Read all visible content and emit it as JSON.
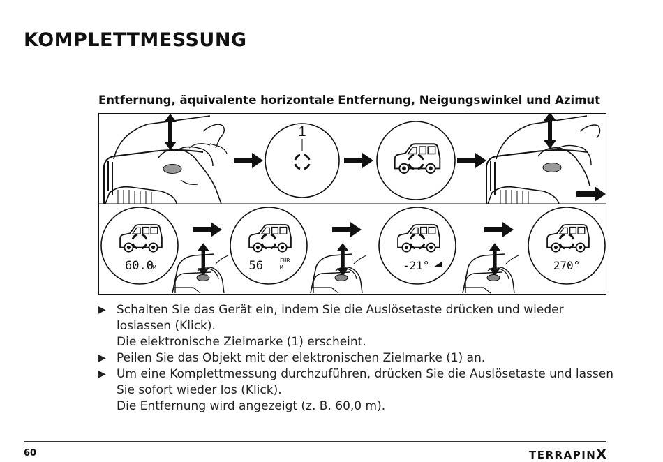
{
  "header": {
    "title": "KOMPLETTMESSUNG"
  },
  "section": {
    "subtitle": "Entfernung, äquivalente horizontale Entfernung, Neigungswinkel und Azimut"
  },
  "figure": {
    "marker_label": "1",
    "displays": [
      {
        "value": "60.0",
        "unit": "M",
        "tag": ""
      },
      {
        "value": "56",
        "unit": "M",
        "tag": "EHR"
      },
      {
        "value": "-21°",
        "unit": "",
        "tag": ""
      },
      {
        "value": "270°",
        "unit": "",
        "tag": ""
      }
    ]
  },
  "instructions": [
    {
      "lines": [
        "Schalten Sie das Gerät ein, indem Sie die Auslösetaste drücken und wieder",
        "loslassen (Klick).",
        "Die elektronische Zielmarke (1) erscheint."
      ]
    },
    {
      "lines": [
        "Peilen Sie das Objekt mit der elektronischen Zielmarke (1) an."
      ]
    },
    {
      "lines": [
        "Um eine Komplettmessung durchzuführen, drücken Sie die Auslösetaste und lassen",
        "Sie sofort wieder los (Klick).",
        "Die Entfernung wird angezeigt (z. B. 60,0 m)."
      ]
    }
  ],
  "footer": {
    "page_number": "60",
    "brand_text": "TERRAPIN",
    "brand_mark": "X"
  }
}
